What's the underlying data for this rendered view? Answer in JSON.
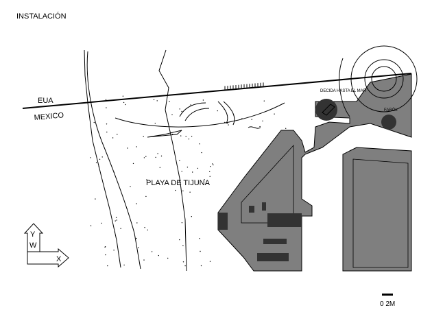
{
  "title": "INSTALACIÓN",
  "labels": {
    "usa": "EUA",
    "mexico": "MEXICO",
    "beach": "PLAYA DE TIJUNA",
    "deck": "DECIDA HASTA EL MAR",
    "lighthouse": "FARÖL"
  },
  "north_arrow": {
    "y_label": "Y",
    "w_label": "W",
    "x_label": "X"
  },
  "scale_bar": {
    "label": "0  2M"
  },
  "colors": {
    "building": "#7f7f7f",
    "dark": "#333333",
    "line": "#000000",
    "background": "#ffffff"
  }
}
